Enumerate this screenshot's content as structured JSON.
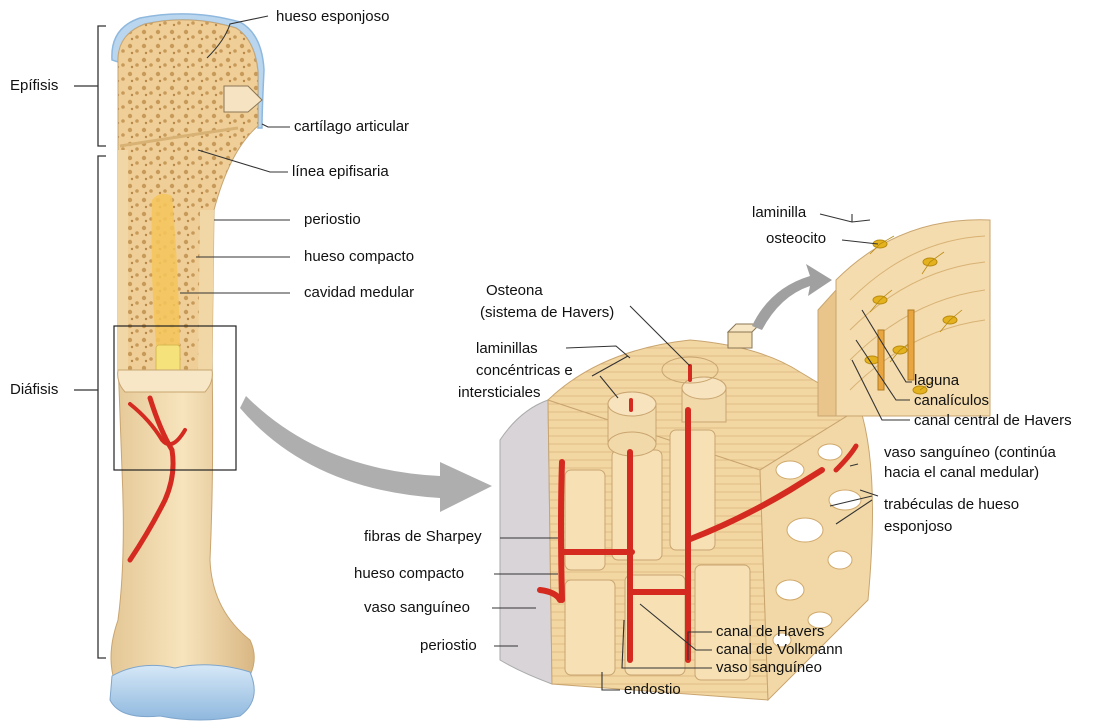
{
  "labels": {
    "epifisis": "Epífisis",
    "diafisis": "Diáfisis",
    "hueso_esponjoso": "hueso esponjoso",
    "cartilago_articular": "cartílago articular",
    "linea_epifisaria": "línea epifisaria",
    "periostio_top": "periostio",
    "hueso_compacto_top": "hueso compacto",
    "cavidad_medular": "cavidad medular",
    "osteona_1": "Osteona",
    "osteona_2": "(sistema de Havers)",
    "laminillas_1": "laminillas",
    "laminillas_2": "concéntricas e",
    "laminillas_3": "intersticiales",
    "laminilla": "laminilla",
    "osteocito": "osteocito",
    "laguna": "laguna",
    "canaliculos": "canalículos",
    "canal_central": "canal central de Havers",
    "vaso_cont_1": "vaso sanguíneo (continúa",
    "vaso_cont_2": "hacia el canal medular)",
    "trabeculas_1": "trabéculas de hueso",
    "trabeculas_2": "esponjoso",
    "fibras_sharpey": "fibras de Sharpey",
    "hueso_compacto_bottom": "hueso compacto",
    "vaso_sanguineo_left": "vaso sanguíneo",
    "periostio_bottom": "periostio",
    "canal_havers": "canal de Havers",
    "canal_volkmann": "canal de Volkmann",
    "vaso_sanguineo_bottom": "vaso sanguíneo",
    "endostio": "endostio"
  },
  "colors": {
    "bone": "#f3d9a6",
    "bone_dark": "#d9b57a",
    "spongy": "#e9c88c",
    "cartilage": "#b9d6ee",
    "vessel": "#d42a1f",
    "marrow": "#f5cf5a",
    "arrow": "#9a9a9a",
    "osteocyte": "#e3b21e"
  }
}
